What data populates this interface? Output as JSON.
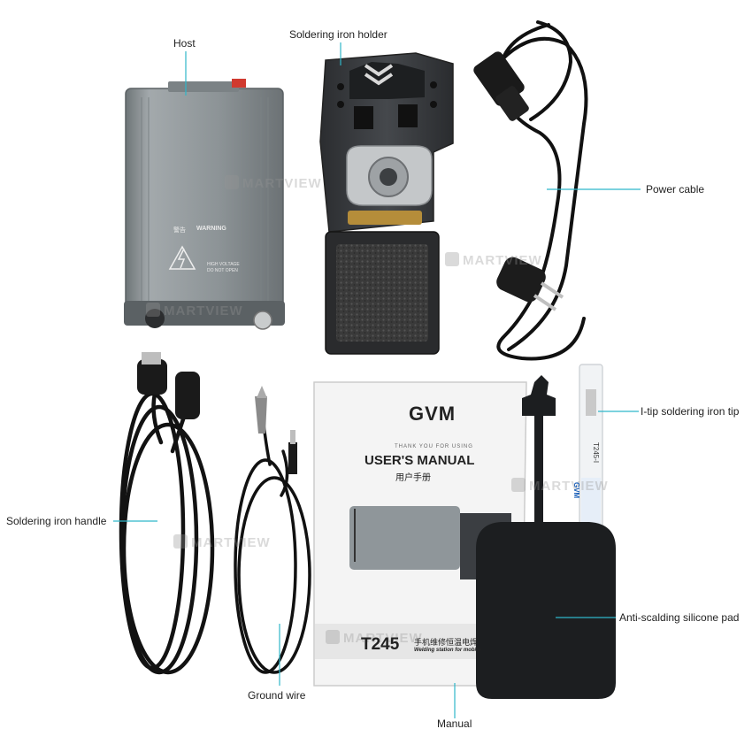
{
  "labels": {
    "host": "Host",
    "holder": "Soldering iron holder",
    "power_cable": "Power cable",
    "iron_tip": "I-tip soldering iron tip",
    "handle": "Soldering iron handle",
    "ground_wire": "Ground wire",
    "manual": "Manual",
    "silicone_pad": "Anti-scalding silicone pad"
  },
  "manual_cover": {
    "brand": "GVM",
    "thanks": "THANK YOU FOR USING",
    "title": "USER'S MANUAL",
    "title_cn": "用户手册",
    "model": "T245",
    "model_cn": "手机维修恒温电焊",
    "model_sub": "Welding station for mobile"
  },
  "host_panel": {
    "warning": "WARNING",
    "warning_cn": "警告",
    "voltage": "HIGH VOLTAGE",
    "do_not_open": "DO NOT OPEN"
  },
  "tip_box": {
    "brand": "GVM",
    "model": "T245-I"
  },
  "watermark": "MARTVIEW",
  "colors": {
    "leader": "#2fb6c9",
    "host_body": "#8c9396",
    "holder_body": "#3a3c40",
    "cable": "#111111",
    "pad": "#1c1e20",
    "tip_cap": "#1a5fb8"
  }
}
